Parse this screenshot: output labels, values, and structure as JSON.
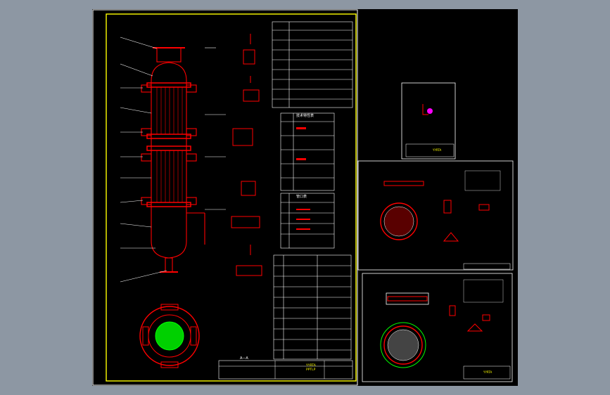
{
  "colors": {
    "background": "#8d97a3",
    "sheet": "#000000",
    "main_frame": "#ffff00",
    "sub_frame": "#ffffff",
    "drawing_lines": "#ff0000",
    "annotation": "#ffffff",
    "tube_bundle": "#00ff00",
    "dimension": "#00ffff"
  },
  "title_blocks": {
    "main": [
      "YYRTA",
      "PPTLP"
    ],
    "sheet2": [
      "YYRTA"
    ],
    "sheet4": [
      "YYRTA"
    ]
  },
  "tables": {
    "nozzles_header": "技术特性表",
    "parts_header": "管口表"
  },
  "views": {
    "plan_label": "A—A"
  }
}
